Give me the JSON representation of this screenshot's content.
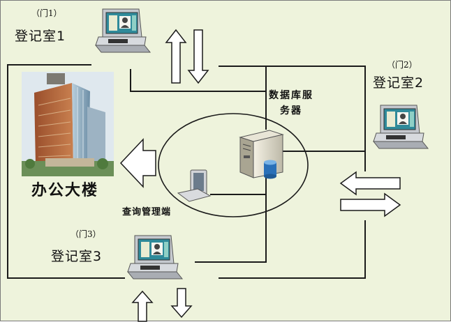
{
  "rooms": [
    {
      "door": "（门1）",
      "name": "登记室1"
    },
    {
      "door": "（门2）",
      "name": "登记室2"
    },
    {
      "door": "（门3）",
      "name": "登记室3"
    }
  ],
  "server": {
    "line1": "数据库服",
    "line2": "务器"
  },
  "query_terminal": "查询管理端",
  "building": "办公大楼",
  "colors": {
    "background": "#eef3dc",
    "lines": "#1a1a1a",
    "arrow_fill": "#ffffff",
    "terminal_body": "#c9cdd2",
    "screen": "#2f8a9a",
    "building_glass": "#8aa9bd",
    "building_brick": "#b8683e"
  },
  "icons": [
    "registration-terminal-icon",
    "server-tower-icon",
    "database-cylinder-icon",
    "monitor-icon",
    "building-icon",
    "arrow-icon"
  ]
}
